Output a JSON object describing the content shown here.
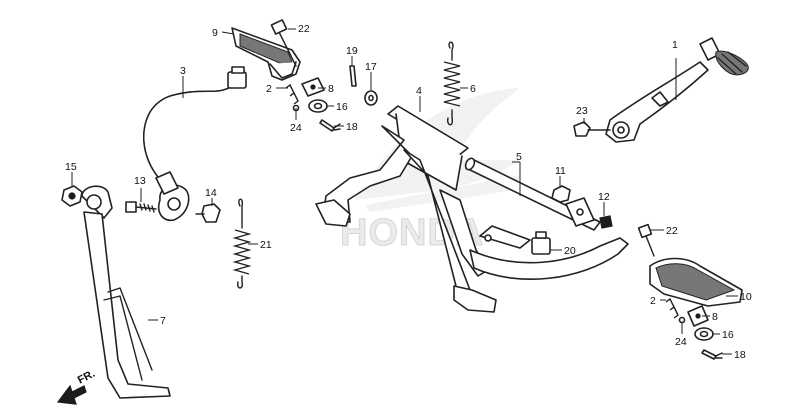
{
  "watermark": {
    "text": "HONDA"
  },
  "direction_indicator": {
    "label": "FR."
  },
  "callouts": [
    {
      "id": "c1",
      "label": "1"
    },
    {
      "id": "c2a",
      "label": "2"
    },
    {
      "id": "c2b",
      "label": "2"
    },
    {
      "id": "c3",
      "label": "3"
    },
    {
      "id": "c4",
      "label": "4"
    },
    {
      "id": "c5",
      "label": "5"
    },
    {
      "id": "c6",
      "label": "6"
    },
    {
      "id": "c7",
      "label": "7"
    },
    {
      "id": "c8a",
      "label": "8"
    },
    {
      "id": "c8b",
      "label": "8"
    },
    {
      "id": "c9",
      "label": "9"
    },
    {
      "id": "c10",
      "label": "10"
    },
    {
      "id": "c11",
      "label": "11"
    },
    {
      "id": "c12",
      "label": "12"
    },
    {
      "id": "c13",
      "label": "13"
    },
    {
      "id": "c14",
      "label": "14"
    },
    {
      "id": "c15",
      "label": "15"
    },
    {
      "id": "c16a",
      "label": "16"
    },
    {
      "id": "c16b",
      "label": "16"
    },
    {
      "id": "c17",
      "label": "17"
    },
    {
      "id": "c18a",
      "label": "18"
    },
    {
      "id": "c18b",
      "label": "18"
    },
    {
      "id": "c19",
      "label": "19"
    },
    {
      "id": "c20",
      "label": "20"
    },
    {
      "id": "c21",
      "label": "21"
    },
    {
      "id": "c22a",
      "label": "22"
    },
    {
      "id": "c22b",
      "label": "22"
    },
    {
      "id": "c23",
      "label": "23"
    },
    {
      "id": "c24a",
      "label": "24"
    },
    {
      "id": "c24b",
      "label": "24"
    }
  ]
}
